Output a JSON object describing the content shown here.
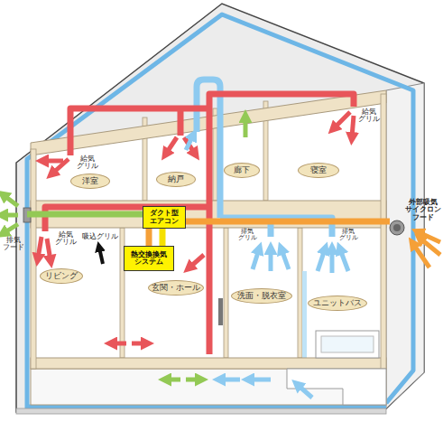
{
  "diagram": {
    "nodes": [
      {
        "text": [
          "洋室"
        ]
      },
      {
        "text": [
          "納戸"
        ]
      },
      {
        "text": [
          "廊下"
        ]
      },
      {
        "text": [
          "寝室"
        ]
      },
      {
        "text": [
          "ダクト型 エアコン"
        ]
      },
      {
        "text": [
          "熱交換換気 システム"
        ]
      },
      {
        "text": [
          "リビング"
        ]
      },
      {
        "text": [
          "玄関・ホール"
        ]
      },
      {
        "text": [
          "洗面・脱衣室"
        ]
      },
      {
        "text": [
          "ユニットバス"
        ]
      }
    ],
    "labels": [
      "給気 グリル",
      "給気 グリル",
      "給気 グリル",
      "吸込グリル",
      "排気 フード",
      "排気 グリル",
      "排気 グリル",
      "外部吸気 サイクロン フード"
    ]
  }
}
